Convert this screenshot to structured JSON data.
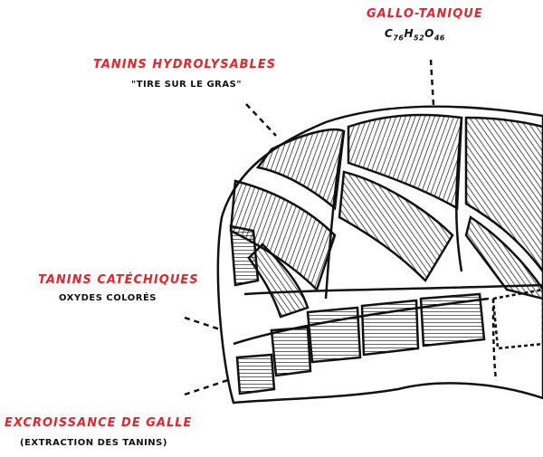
{
  "labels": {
    "gallo_tanique": {
      "title": "GALLO-TANIQUE",
      "formula": {
        "c": "C",
        "c_n": "76",
        "h": "H",
        "h_n": "52",
        "o": "O",
        "o_n": "46"
      }
    },
    "hydrolysables": {
      "title": "TANINS HYDROLYSABLES",
      "subtitle": "\"TIRE SUR LE GRAS\""
    },
    "catechiques": {
      "title": "TANINS CATÉCHIQUES",
      "subtitle": "OXYDES COLORÉS"
    },
    "galle": {
      "title": "EXCROISSANCE DE GALLE",
      "subtitle": "(EXTRACTION DES TANINS)"
    }
  },
  "colors": {
    "label": "#e3262b",
    "ink": "#111111"
  }
}
